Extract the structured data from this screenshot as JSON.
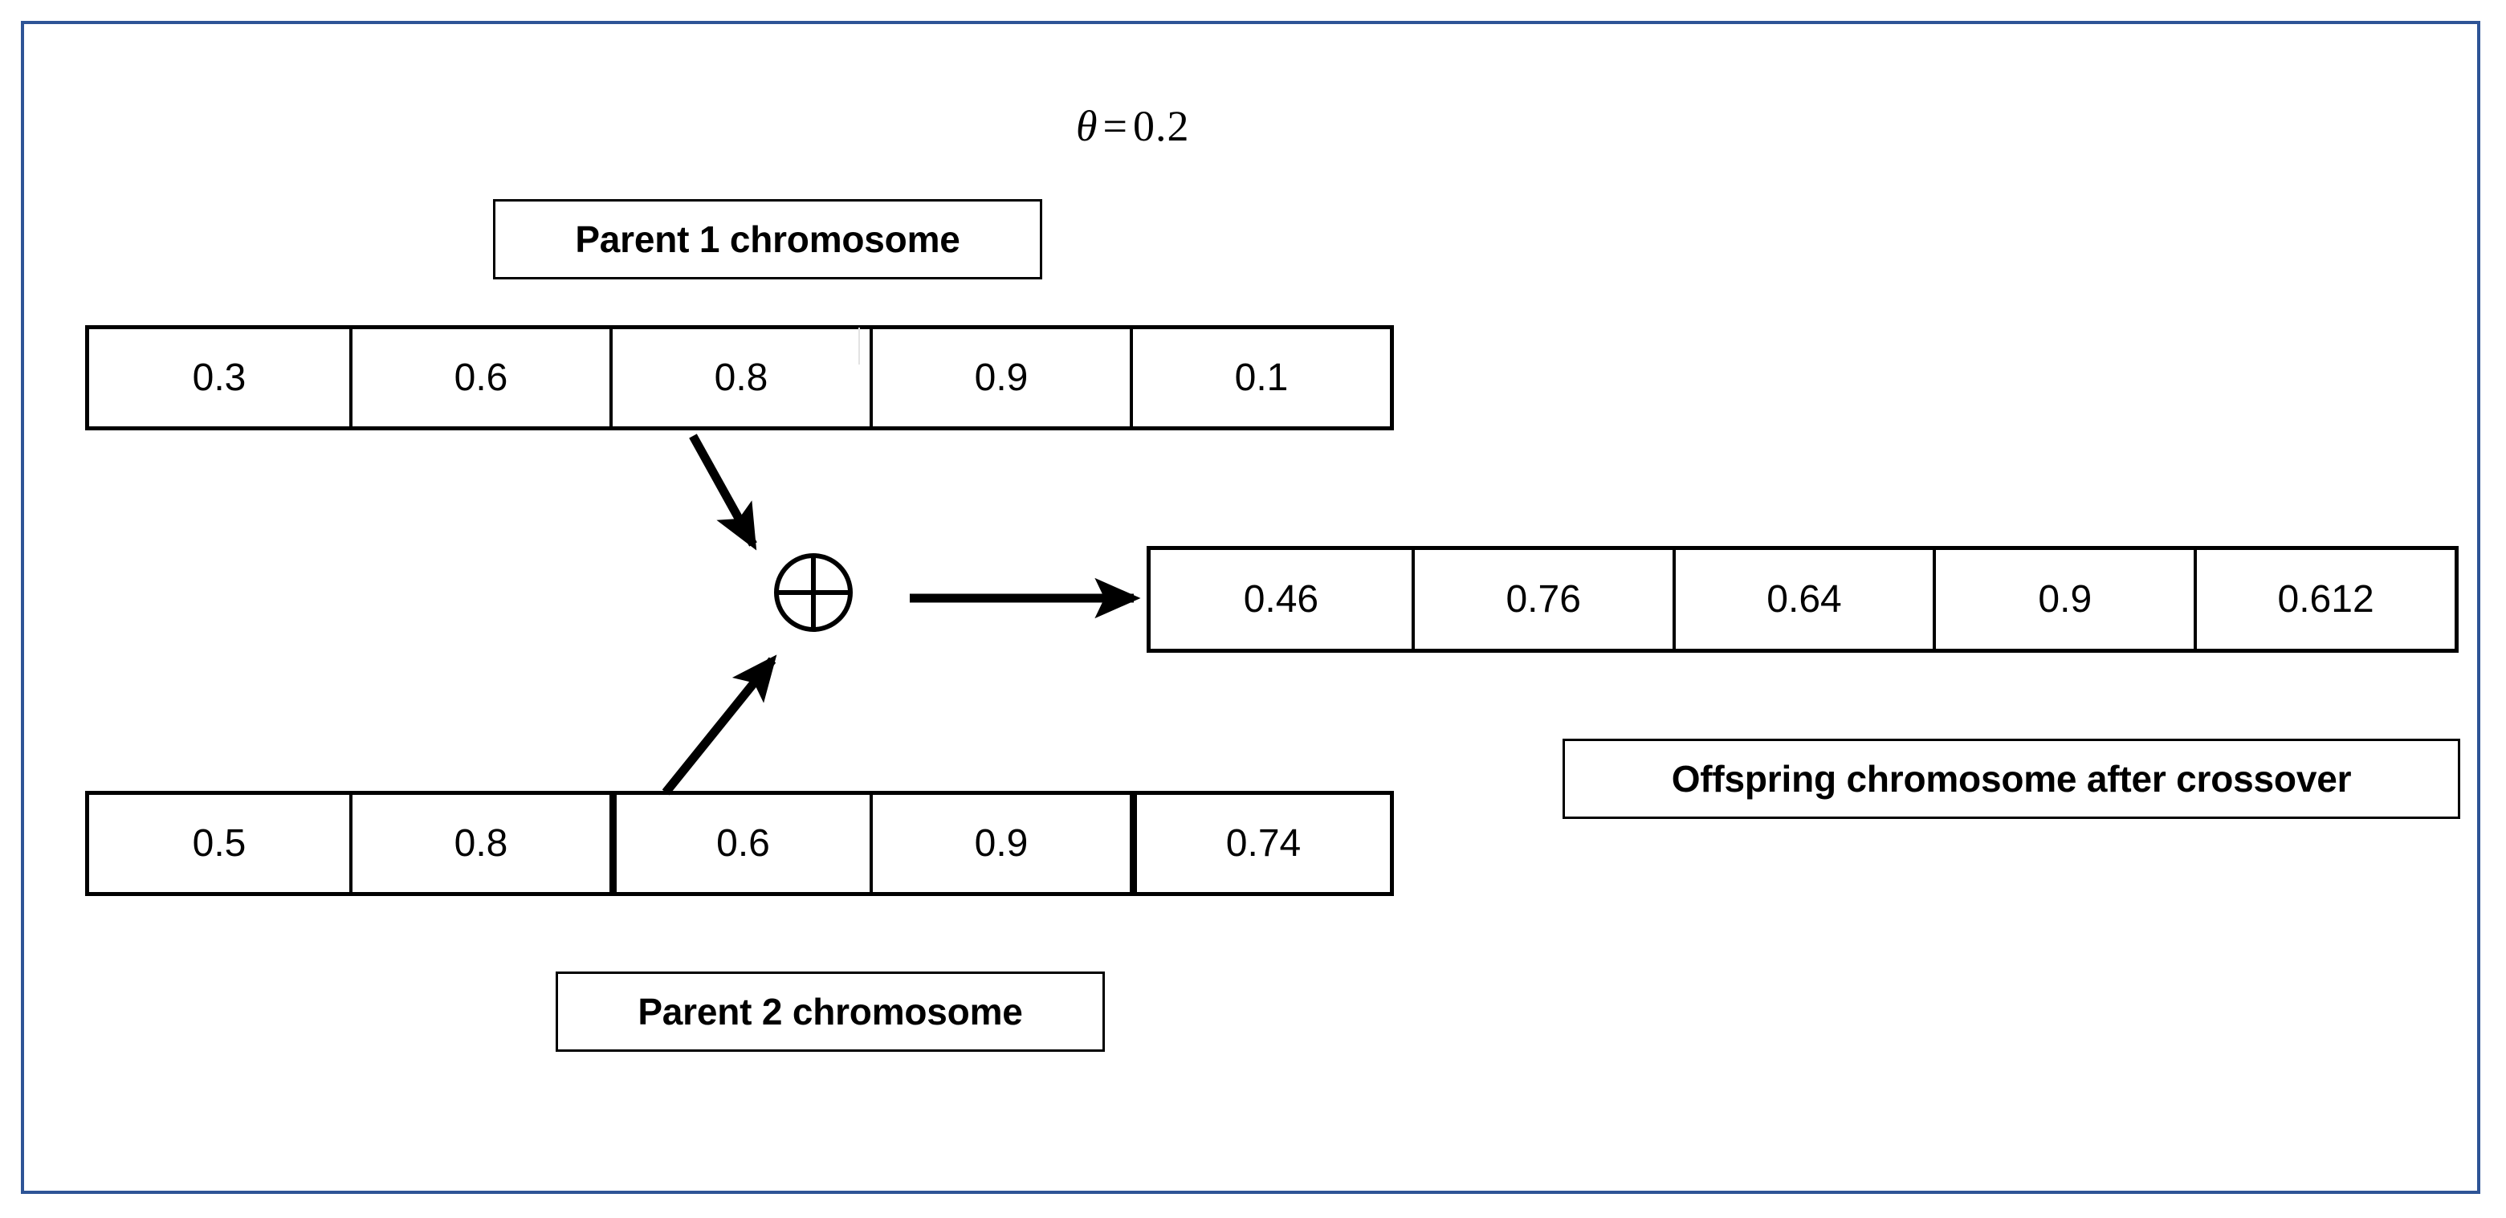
{
  "figure": {
    "border_color": "#2E5496",
    "line_color": "#000000",
    "background": "#ffffff"
  },
  "equation": {
    "symbol": "θ",
    "operator": "=",
    "value": "0.2",
    "full": "θ = 0.2"
  },
  "captions": {
    "parent1": "Parent 1 chromosome",
    "parent2": "Parent 2 chromosome",
    "offspring": "Offspring chromosome after crossover"
  },
  "chromosomes": {
    "parent1": {
      "label": "Parent 1 chromosome",
      "genes": [
        "0.3",
        "0.6",
        "0.8",
        "0.9",
        "0.1"
      ]
    },
    "parent2": {
      "label": "Parent 2 chromosome",
      "genes": [
        "0.5",
        "0.8",
        "0.6",
        "0.9",
        "0.74"
      ]
    },
    "offspring": {
      "label": "Offspring chromosome after crossover",
      "genes": [
        "0.46",
        "0.76",
        "0.64",
        "0.9",
        "0.612"
      ]
    }
  },
  "crossover_node": {
    "icon": "crossover-circle-icon",
    "symbol": "⊕"
  },
  "arrows": {
    "parent1_to_node": "arrow-parent1-to-crossover",
    "parent2_to_node": "arrow-parent2-to-crossover",
    "node_to_offspring": "arrow-crossover-to-offspring"
  }
}
